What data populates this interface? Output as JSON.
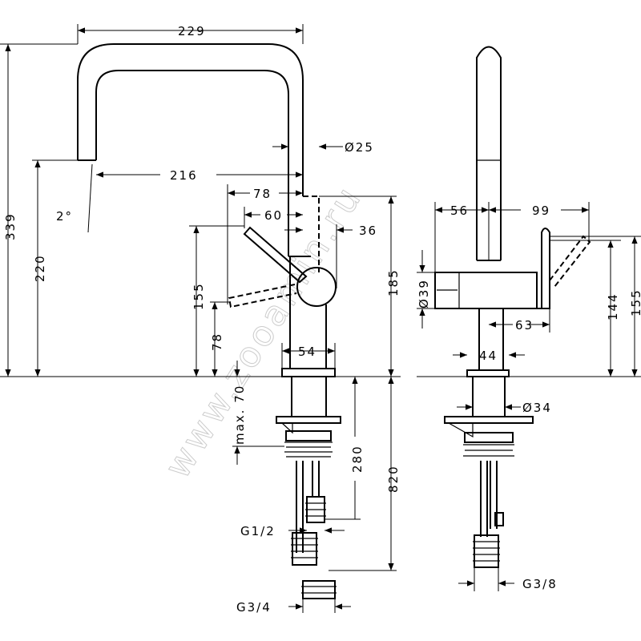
{
  "watermark": "www.zooamin.ru",
  "front_view": {
    "spout_width": "229",
    "spout_diameter": "Ø25",
    "spout_reach": "216",
    "handle_reach_open": "78",
    "handle_reach": "60",
    "body_offset": "36",
    "total_height": "339",
    "spout_height": "220",
    "spout_angle": "2°",
    "handle_height": "155",
    "handle_height_open": "78",
    "body_height": "185",
    "base_diameter": "54",
    "max_deck_thickness": "max. 70",
    "shank_length": "280",
    "hose_length": "820",
    "connection_thread": "G1/2",
    "shank_thread": "G3/4"
  },
  "side_view": {
    "spout_offset": "56",
    "handle_projection": "99",
    "handle_diameter": "Ø39",
    "handle_height": "144",
    "lever_height": "155",
    "lever_offset": "63",
    "base_width": "44",
    "shank_diameter": "Ø34",
    "connection_thread": "G3/8"
  }
}
